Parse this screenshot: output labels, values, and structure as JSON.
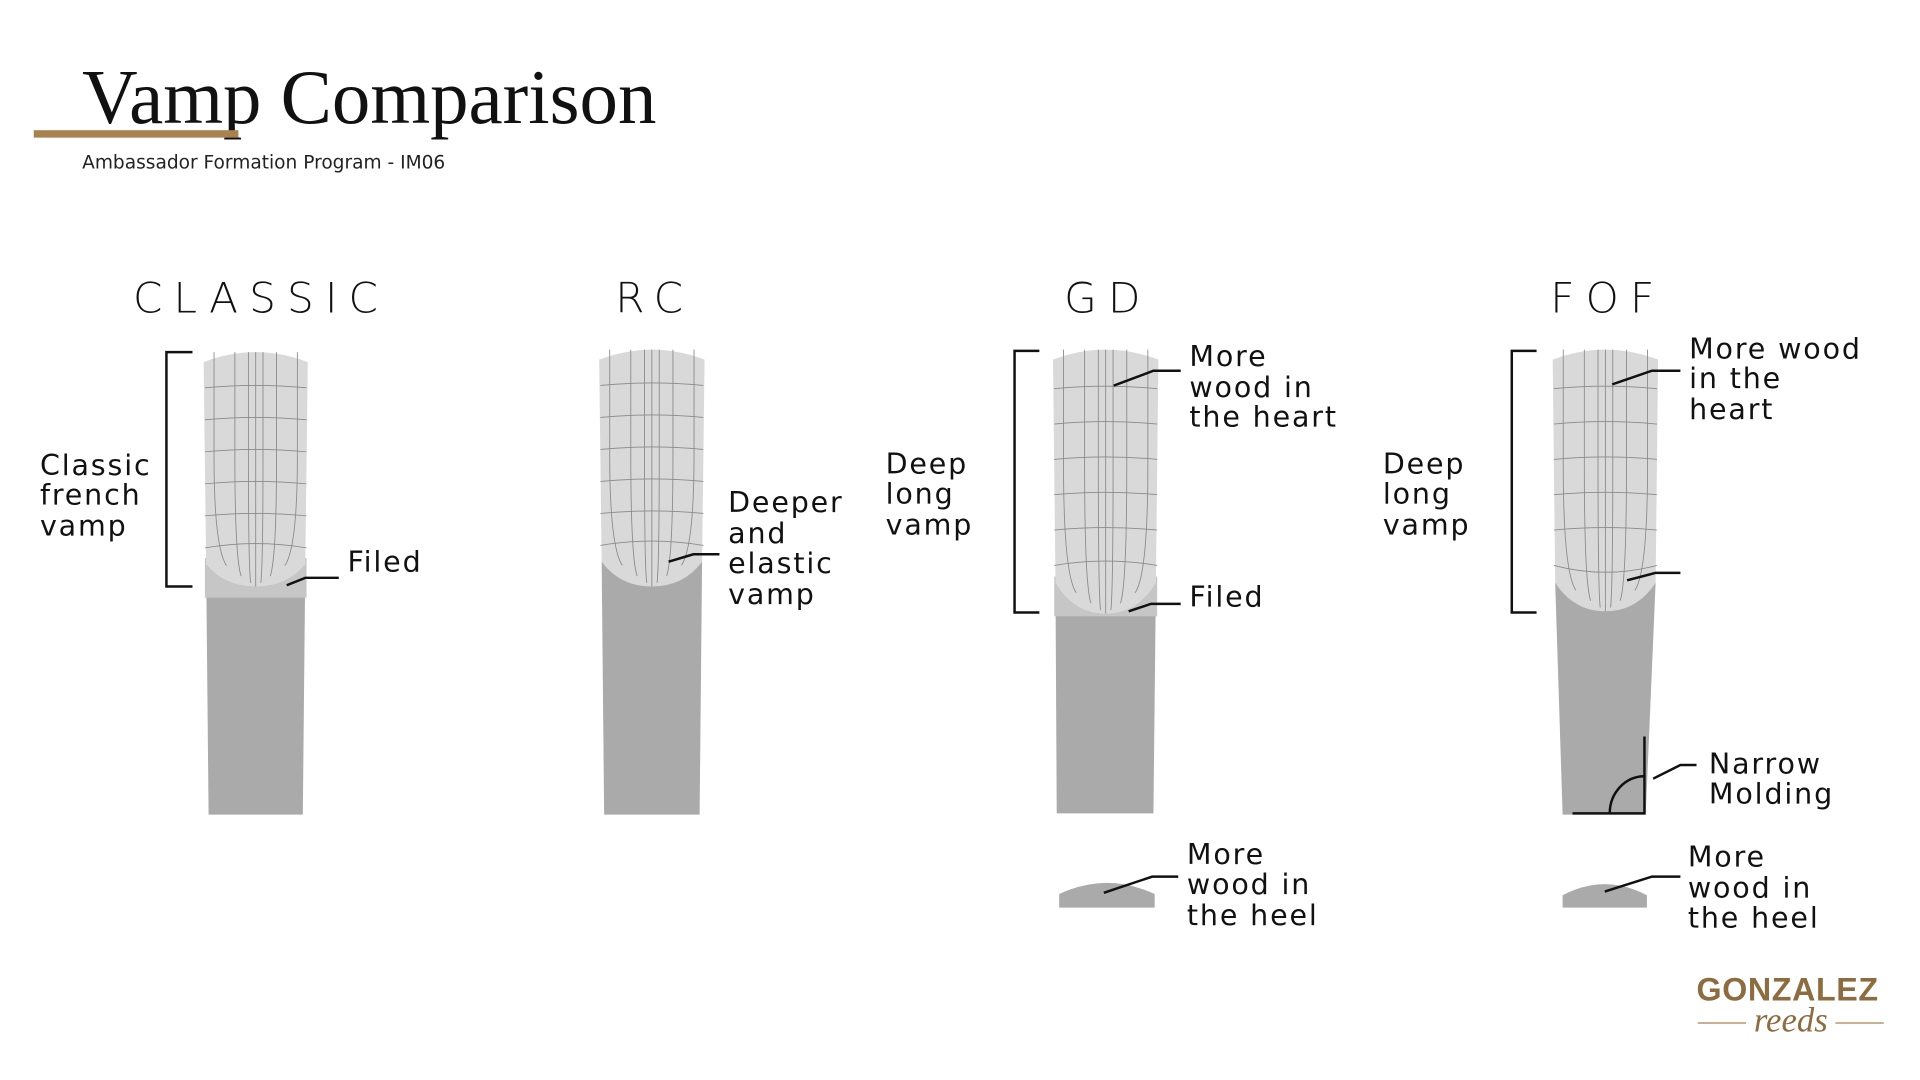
{
  "header": {
    "title": "Vamp Comparison",
    "subtitle": "Ambassador Formation Program - IM06"
  },
  "reeds": [
    {
      "name": "CLASSIC",
      "labels": [
        [
          "Classic",
          "french",
          "vamp"
        ],
        [
          "Filed"
        ]
      ]
    },
    {
      "name": "RC",
      "labels": [
        [
          "Deeper",
          "and",
          "elastic",
          "vamp"
        ]
      ]
    },
    {
      "name": "GD",
      "labels": [
        [
          "Deep",
          "long",
          "vamp"
        ],
        [
          "More",
          "wood in",
          "the heart"
        ],
        [
          "Filed"
        ],
        [
          "More",
          "wood in",
          "the heel"
        ]
      ]
    },
    {
      "name": "FOF",
      "labels": [
        [
          "Deep",
          "long",
          "vamp"
        ],
        [
          "More wood",
          "in the",
          "heart"
        ],
        [
          "Narrow",
          "Molding"
        ],
        [
          "More",
          "wood in",
          "the heel"
        ]
      ]
    }
  ],
  "logo": {
    "brand": "GONZALEZ",
    "tagline": "reeds"
  },
  "colors": {
    "accent": "#a8834f",
    "logo": "#8d6c3f",
    "tip": "#d9d9d9",
    "filed": "#c6c6c6",
    "stock": "#aaaaaa"
  }
}
